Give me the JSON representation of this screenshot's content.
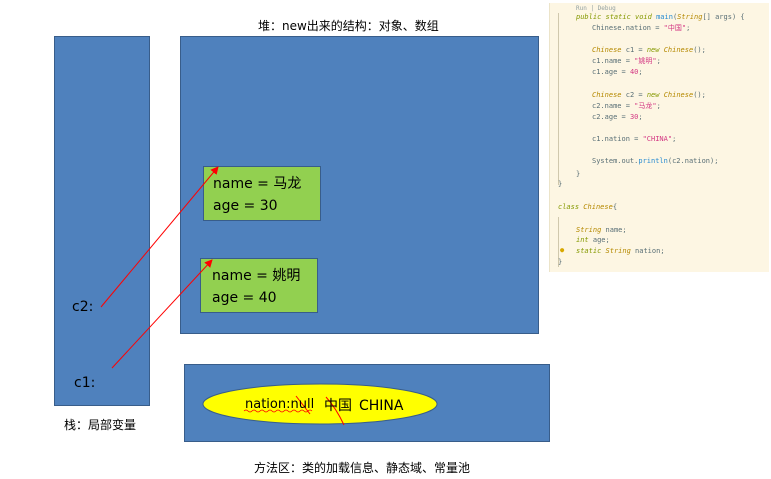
{
  "heap": {
    "title": "堆：new出来的结构：对象、数组"
  },
  "stack": {
    "caption": "栈：局部变量",
    "var_c2": "c2:",
    "var_c1": "c1:"
  },
  "objects": [
    {
      "name_line": "name = 马龙",
      "age_line": "age = 30"
    },
    {
      "name_line": "name = 姚明",
      "age_line": "age = 40"
    }
  ],
  "method_area": {
    "caption": "方法区：类的加载信息、静态域、常量池",
    "null_text": "nation:null",
    "china_cn": "中国",
    "china_en": "CHINA"
  },
  "code": {
    "run_debug": "Run | Debug",
    "lines": [
      "public static void main(String[] args) {",
      "Chinese.nation = \"中国\";",
      "Chinese c1 = new Chinese();",
      "c1.name = \"姚明\";",
      "c1.age = 40;",
      "Chinese c2 = new Chinese();",
      "c2.name = \"马龙\";",
      "c2.age = 30;",
      "c1.nation = \"CHINA\";",
      "System.out.println(c2.nation);",
      "}",
      "}",
      "class Chinese{",
      "String name;",
      "int age;",
      "static String nation;"
    ]
  },
  "colors": {
    "box_blue": "#4f81bd",
    "object_green": "#92d050",
    "ellipse_yellow": "#ffff00",
    "arrow_red": "#ff0000"
  }
}
